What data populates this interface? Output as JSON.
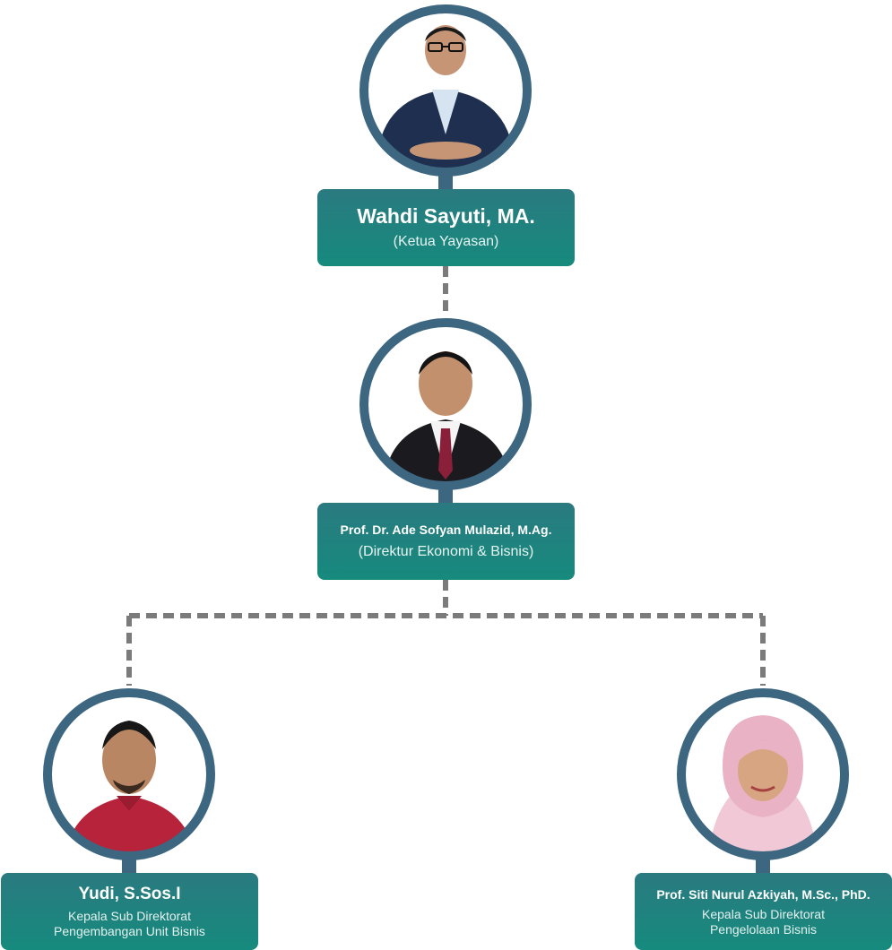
{
  "colors": {
    "ring": "#3d6680",
    "connector": "#7b7b7b",
    "card_top": "#2a7a80",
    "card_bottom": "#168a7d"
  },
  "nodes": [
    {
      "id": "ketua",
      "name": "Wahdi Sayuti, MA.",
      "role": "(Ketua Yayasan)",
      "photo_icon": "person-icon"
    },
    {
      "id": "direktur",
      "name": "Prof. Dr. Ade Sofyan Mulazid, M.Ag.",
      "role": "(Direktur Ekonomi & Bisnis)",
      "photo_icon": "person-icon"
    },
    {
      "id": "kasubdir-1",
      "name": "Yudi, S.Sos.I",
      "role_line1": "Kepala Sub Direktorat",
      "role_line2": "Pengembangan Unit Bisnis",
      "photo_icon": "person-icon"
    },
    {
      "id": "kasubdir-2",
      "name": "Prof. Siti Nurul Azkiyah, M.Sc., PhD.",
      "role_line1": "Kepala Sub Direktorat",
      "role_line2": "Pengelolaan Bisnis",
      "photo_icon": "person-hijab-icon"
    }
  ]
}
